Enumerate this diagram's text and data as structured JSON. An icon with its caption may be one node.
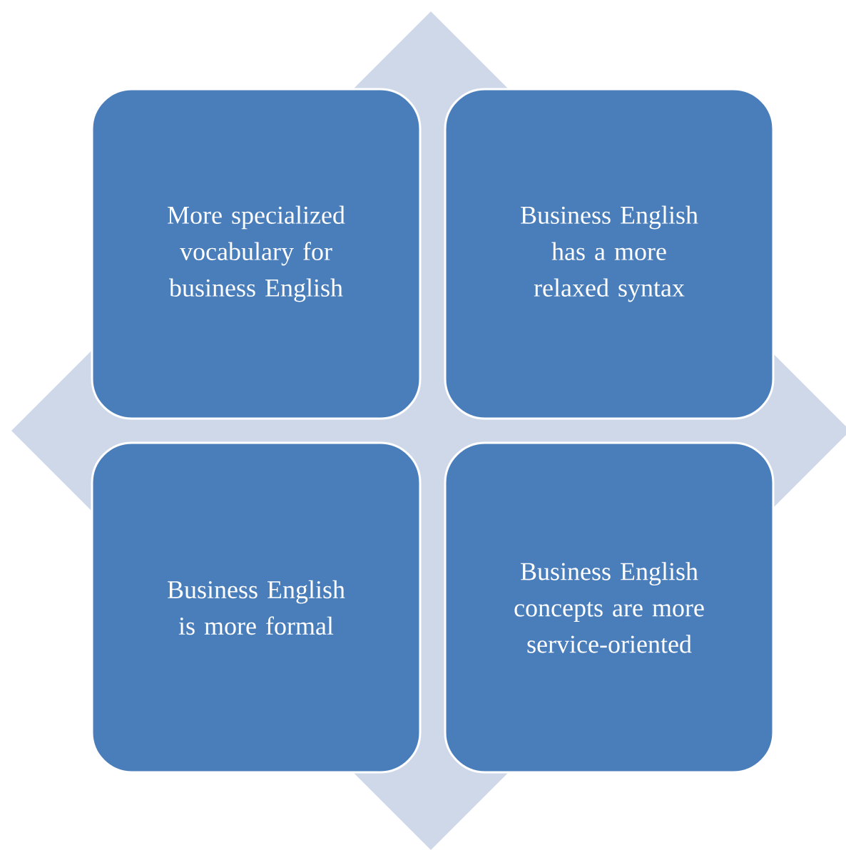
{
  "diagram": {
    "nodes": [
      {
        "text": [
          "More specialized vocabulary for business English"
        ]
      },
      {
        "text": [
          "Business English has a more relaxed syntax"
        ]
      },
      {
        "text": [
          "Business English is more formal"
        ]
      },
      {
        "text": [
          "Business English concepts are more service-oriented"
        ]
      }
    ]
  }
}
